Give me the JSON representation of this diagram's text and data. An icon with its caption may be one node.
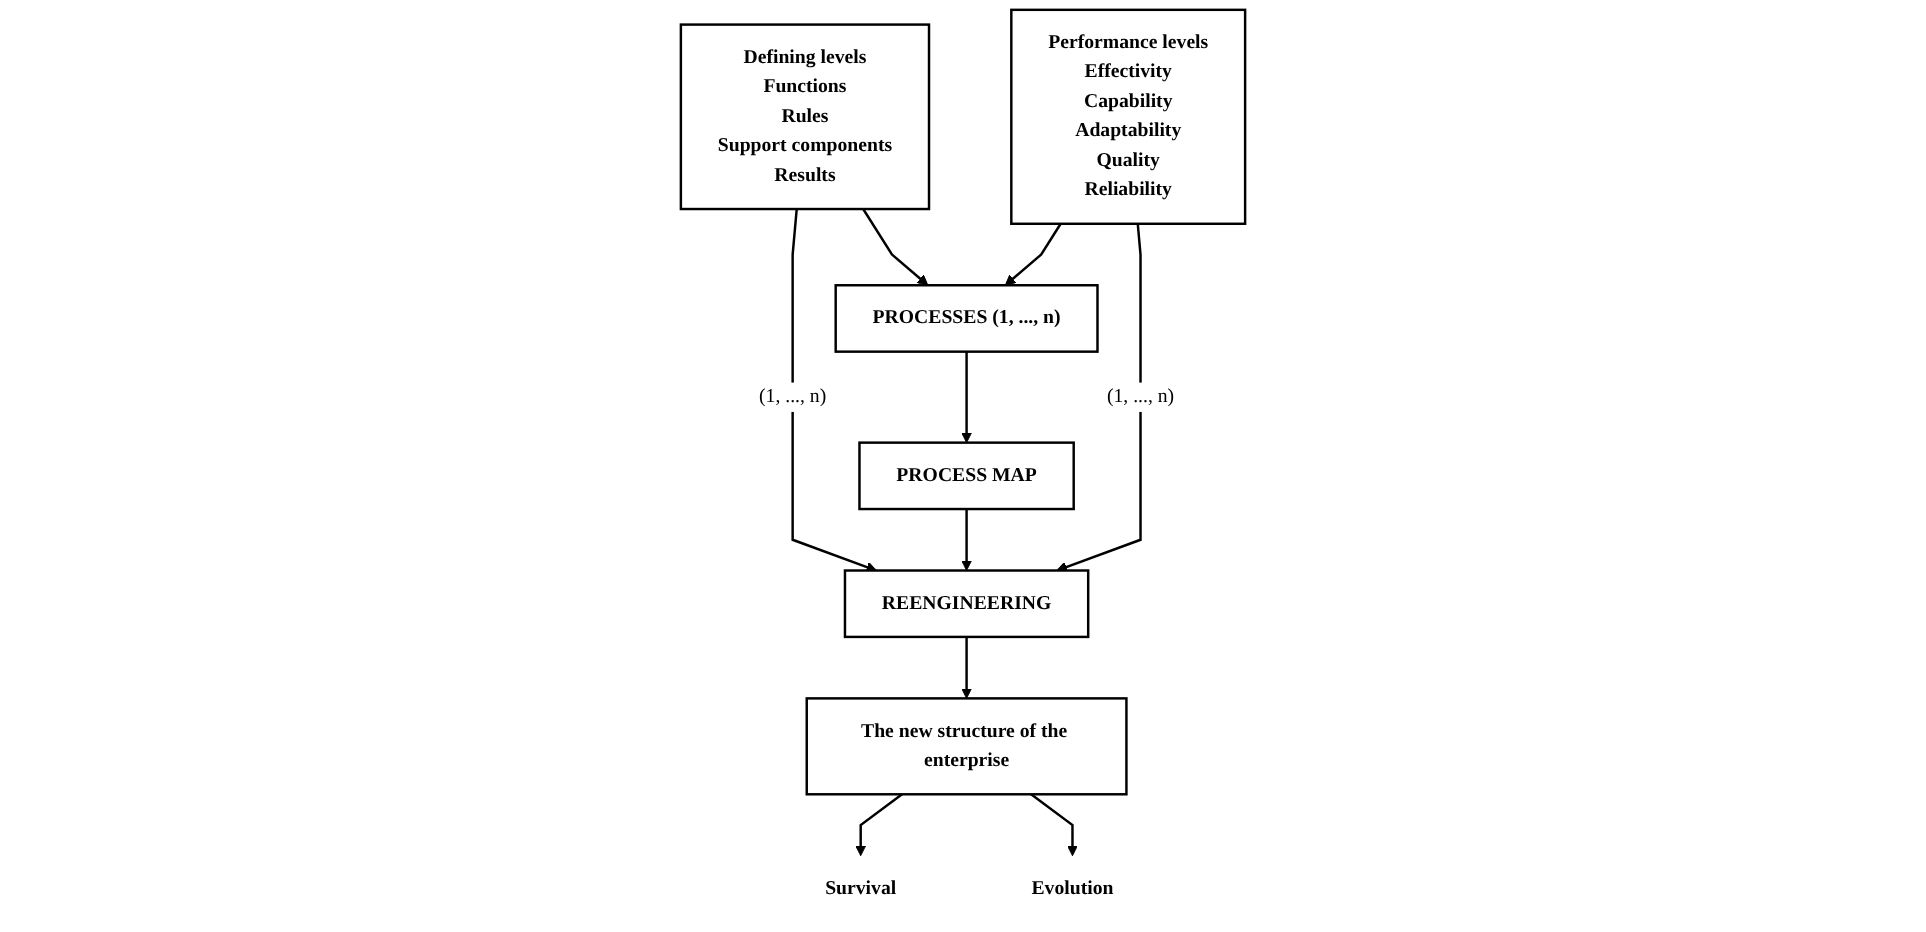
{
  "diagram": {
    "nodes": [
      {
        "text": [
          "Defining levels",
          "Functions",
          "Rules",
          "Support components",
          "Results"
        ]
      },
      {
        "text": [
          "PROCESSES (1, ..., n)"
        ]
      },
      {
        "text": [
          "Performance levels",
          "Effectivity",
          "Capability",
          "Adaptability",
          "Quality",
          "Reliability"
        ]
      },
      {
        "text": [
          "PROCESS MAP"
        ]
      },
      {
        "text": [
          "REENGINEERING"
        ]
      },
      {
        "text": [
          "The new structure of the enterprise"
        ]
      },
      {
        "text": [
          "Survival"
        ]
      },
      {
        "text": [
          "Evolution"
        ]
      }
    ],
    "edges": [
      {
        "from": 0,
        "to": 1,
        "arrow": "to"
      },
      {
        "from": 2,
        "to": 1,
        "arrow": "to"
      },
      {
        "from": 1,
        "to": 3,
        "arrow": "to"
      },
      {
        "from": 0,
        "to": 4,
        "arrow": "to",
        "label": "(1, ..., n)"
      },
      {
        "from": 3,
        "to": 4,
        "arrow": "to"
      },
      {
        "from": 2,
        "to": 4,
        "arrow": "to",
        "label": "(1, ..., n)"
      },
      {
        "from": 4,
        "to": 5,
        "arrow": "to"
      },
      {
        "from": 5,
        "to": 6,
        "arrow": "to"
      },
      {
        "from": 5,
        "to": 7,
        "arrow": "to"
      }
    ]
  }
}
